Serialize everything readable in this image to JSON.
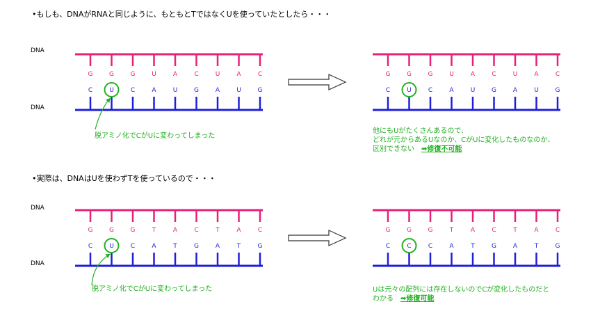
{
  "section1": {
    "heading": "•もしも、DNAがRNAと同じように、もともとTではなくUを使っていたとしたら・・・",
    "strand_label": "DNA",
    "top_bases": [
      "G",
      "G",
      "G",
      "U",
      "A",
      "C",
      "U",
      "A",
      "C"
    ],
    "bottom_left": [
      "C",
      "U",
      "C",
      "A",
      "U",
      "G",
      "A",
      "U",
      "G"
    ],
    "bottom_right": [
      "C",
      "U",
      "C",
      "A",
      "U",
      "G",
      "A",
      "U",
      "G"
    ],
    "left_note": "脱アミノ化でCがUに変わってしまった",
    "right_note_lines": [
      "他にもUがたくさんあるので、",
      "どれが元からあるUなのか、CがUに変化したものなのか、",
      "区別できない　"
    ],
    "right_note_emph": "➡修復不可能"
  },
  "section2": {
    "heading": "•実際は、DNAはUを使わずTを使っているので・・・",
    "strand_label": "DNA",
    "top_bases": [
      "G",
      "G",
      "G",
      "T",
      "A",
      "C",
      "T",
      "A",
      "C"
    ],
    "bottom_left": [
      "C",
      "U",
      "C",
      "A",
      "T",
      "G",
      "A",
      "T",
      "G"
    ],
    "bottom_right": [
      "C",
      "C",
      "C",
      "A",
      "T",
      "G",
      "A",
      "T",
      "G"
    ],
    "left_note": "脱アミノ化でCがUに変わってしまった",
    "right_note_lines": [
      "Uは元々の配列には存在しないのでCが変化したものだと",
      "わかる　"
    ],
    "right_note_emph": "➡修復可能"
  },
  "colors": {
    "top_strand": "#e8207a",
    "bottom_strand": "#1f1fd8",
    "highlight": "#22b022",
    "arrow": "#333333"
  }
}
